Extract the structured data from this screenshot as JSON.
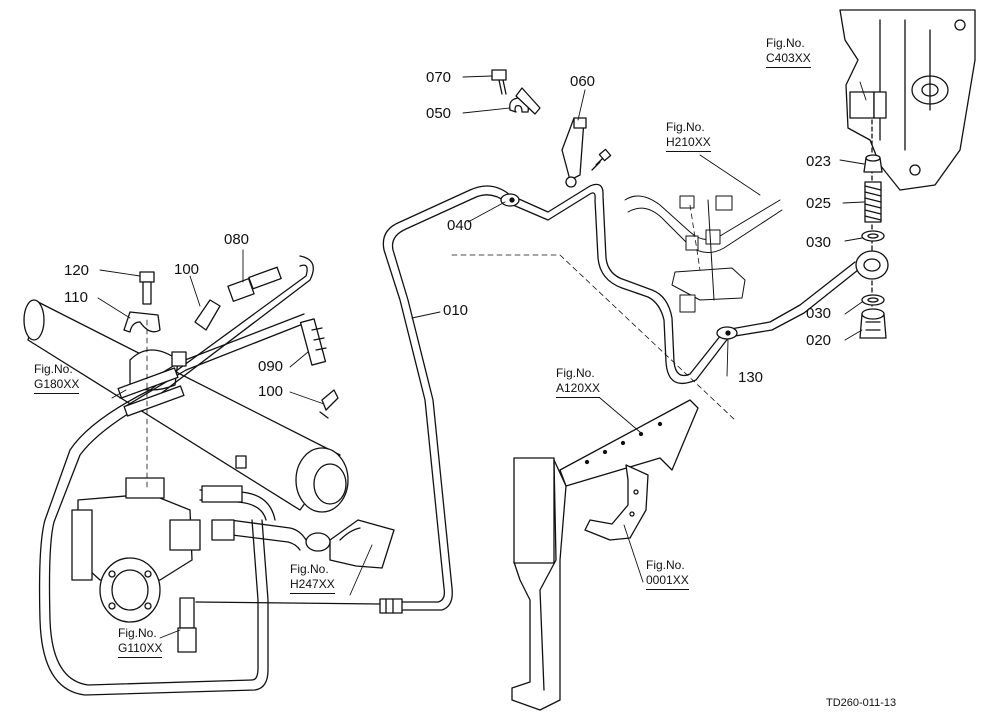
{
  "part_labels": {
    "p010": "010",
    "p020": "020",
    "p023": "023",
    "p025": "025",
    "p030a": "030",
    "p030b": "030",
    "p040": "040",
    "p050": "050",
    "p060": "060",
    "p070": "070",
    "p080": "080",
    "p090": "090",
    "p100a": "100",
    "p100b": "100",
    "p110": "110",
    "p120": "120",
    "p130": "130"
  },
  "figure_refs": {
    "c403": {
      "prefix": "Fig.No.",
      "code": "C403XX"
    },
    "h210": {
      "prefix": "Fig.No.",
      "code": "H210XX"
    },
    "g180": {
      "prefix": "Fig.No.",
      "code": "G180XX"
    },
    "a120": {
      "prefix": "Fig.No.",
      "code": "A120XX"
    },
    "h247": {
      "prefix": "Fig.No.",
      "code": "H247XX"
    },
    "o001": {
      "prefix": "Fig.No.",
      "code": "0001XX"
    },
    "g110": {
      "prefix": "Fig.No.",
      "code": "G110XX"
    }
  },
  "drawing_code": "TD260-011-13",
  "colors": {
    "line": "#111111",
    "background": "#ffffff"
  }
}
